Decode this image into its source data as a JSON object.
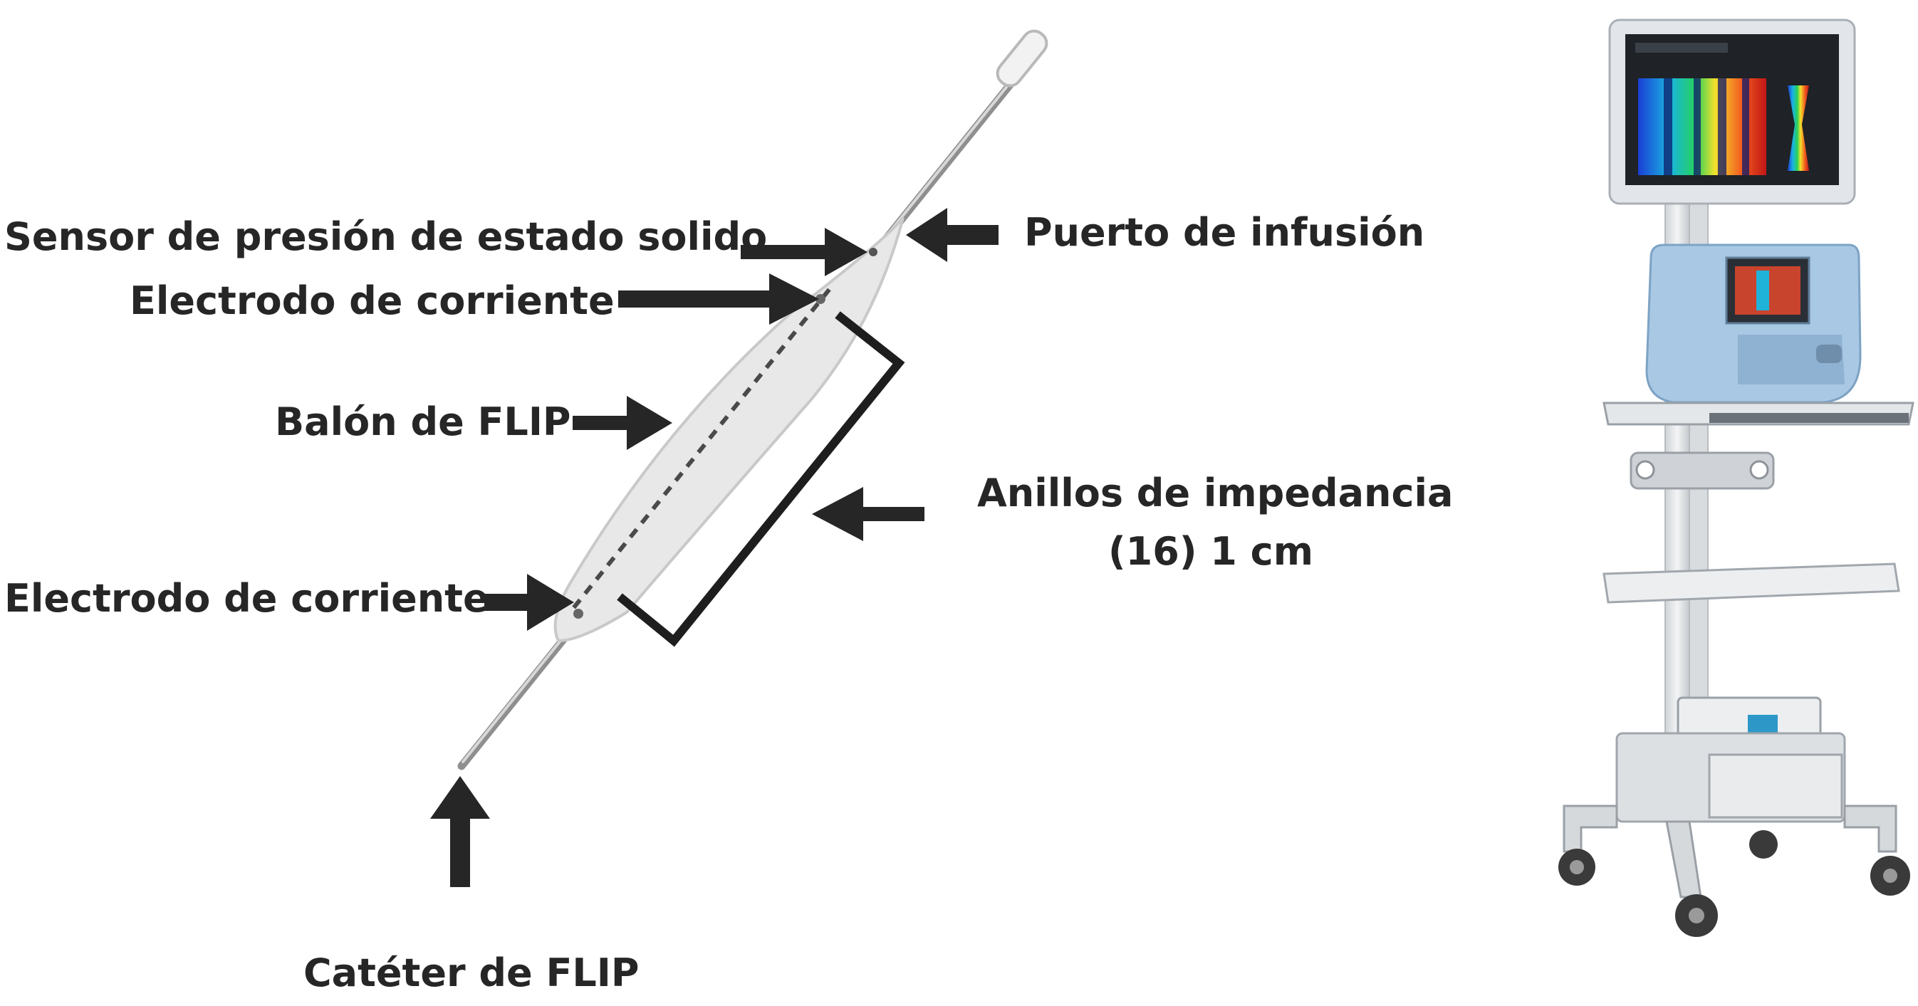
{
  "labels": {
    "pressure_sensor": "Sensor de presión de estado solido",
    "infusion_port": "Puerto de infusión",
    "electrode_top": "Electrodo de corriente",
    "balloon": "Balón de FLIP",
    "impedance_rings_line1": "Anillos de impedancia",
    "impedance_rings_line2": "(16) 1 cm",
    "electrode_bottom": "Electrodo de corriente",
    "catheter": "Catéter de FLIP"
  },
  "colors": {
    "text": "#262626",
    "arrow": "#262626",
    "catheter": "#9a9a9a",
    "balloon": "#e9e9e9",
    "monitor_frame": "#dfe4ea",
    "console_blue": "#a7c6e2",
    "cart": "#e2e4e6",
    "wheel": "#3a3a3a"
  },
  "icons": {
    "arrow": "arrow-icon",
    "bracket": "bracket-icon",
    "device": "flip-system-cart-illustration"
  }
}
